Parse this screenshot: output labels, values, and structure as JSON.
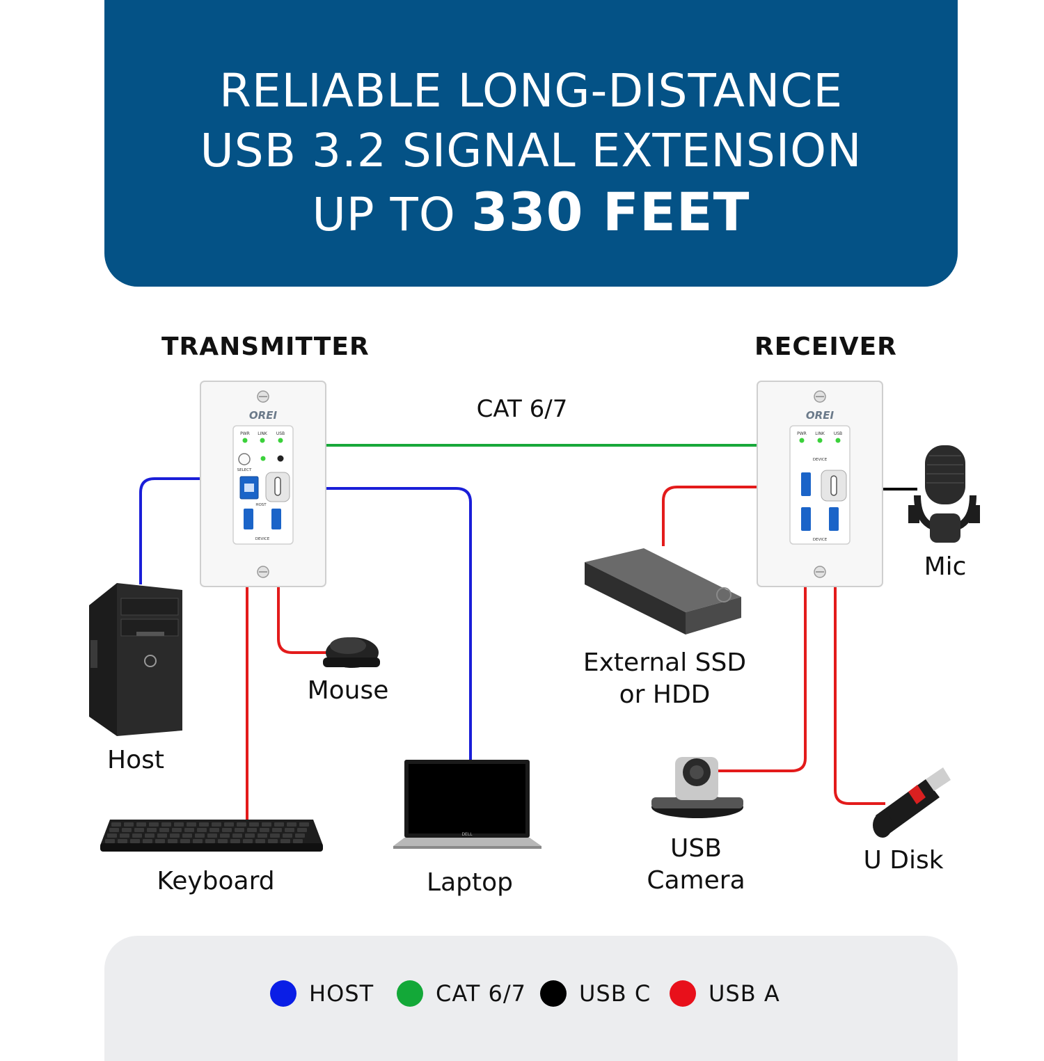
{
  "banner": {
    "line1": "RELIABLE LONG-DISTANCE",
    "line2": "USB 3.2 SIGNAL EXTENSION",
    "line3_prefix": "UP TO ",
    "line3_strong": "330 FEET"
  },
  "transmitter": {
    "title": "TRANSMITTER",
    "brand": "OREI",
    "leds": [
      "PWR",
      "LINK",
      "USB"
    ],
    "select": "SELECT",
    "host": "HOST",
    "device": "DEVICE"
  },
  "receiver": {
    "title": "RECEIVER",
    "brand": "OREI",
    "leds": [
      "PWR",
      "LINK",
      "USB"
    ],
    "device": "DEVICE"
  },
  "link_label": "CAT 6/7",
  "devices": {
    "host": "Host",
    "mouse": "Mouse",
    "keyboard": "Keyboard",
    "laptop": "Laptop",
    "ssd_line1": "External SSD",
    "ssd_line2": "or HDD",
    "mic": "Mic",
    "camera_line1": "USB",
    "camera_line2": "Camera",
    "udisk": "U Disk",
    "laptop_brand": "DELL"
  },
  "legend": [
    {
      "label": "HOST",
      "color": "#0a1ee6"
    },
    {
      "label": "CAT 6/7",
      "color": "#13a838"
    },
    {
      "label": "USB C",
      "color": "#000000"
    },
    {
      "label": "USB A",
      "color": "#e8101b"
    }
  ],
  "colors": {
    "banner": "#045286",
    "host_wire": "#1a1ed8",
    "cat_wire": "#18a83a",
    "usbc_wire": "#000000",
    "usba_wire": "#e31b1b"
  }
}
